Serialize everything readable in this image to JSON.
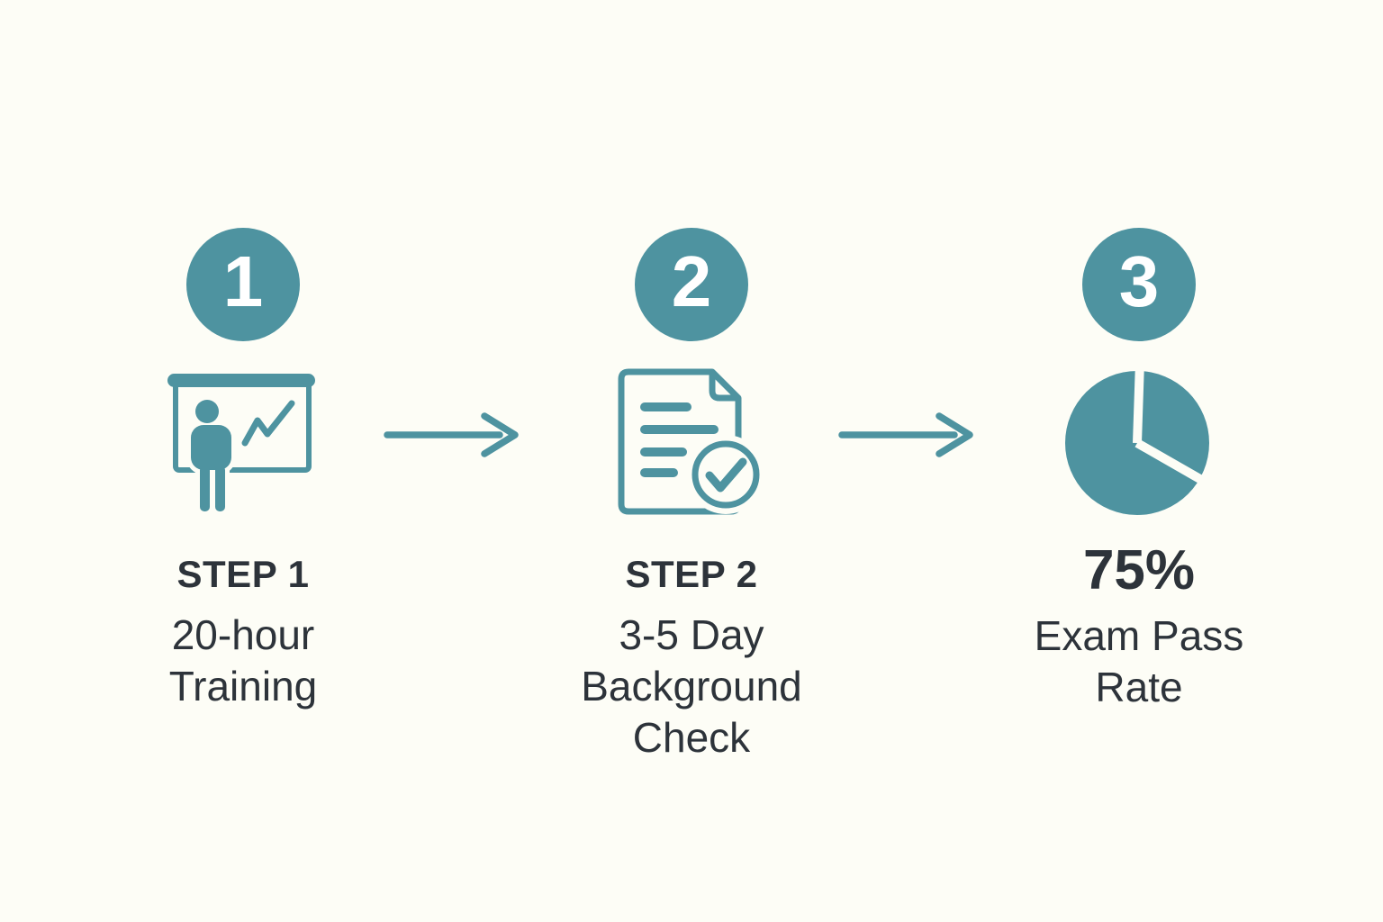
{
  "palette": {
    "teal": "#4e93a0",
    "text_dark": "#2d333a",
    "background": "#fdfdf6",
    "number_text": "#ffffff"
  },
  "steps": [
    {
      "number": "1",
      "icon": "training-presentation-icon",
      "label": "STEP 1",
      "description": "20-hour\nTraining"
    },
    {
      "number": "2",
      "icon": "document-check-icon",
      "label": "STEP 2",
      "description": "3-5 Day\nBackground\nCheck"
    },
    {
      "number": "3",
      "icon": "pie-chart-icon",
      "label": "75%",
      "description": "Exam Pass\nRate"
    }
  ],
  "connectors": [
    "arrow-right",
    "arrow-right"
  ]
}
